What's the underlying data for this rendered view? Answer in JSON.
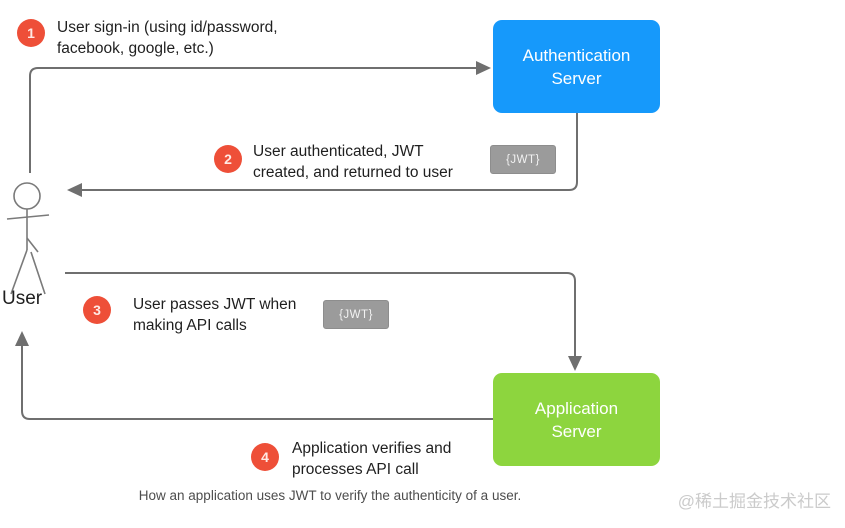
{
  "diagram": {
    "title_caption": "How an application uses JWT to verify the authenticity of a user.",
    "watermark": "@稀土掘金技术社区",
    "user_label": "User",
    "nodes": {
      "auth_server": {
        "label": "Authentication\nServer"
      },
      "app_server": {
        "label": "Application\nServer"
      }
    },
    "steps": [
      {
        "num": "1",
        "text": "User sign-in (using id/password,\nfacebook, google, etc.)"
      },
      {
        "num": "2",
        "text": "User authenticated, JWT\ncreated, and returned to user"
      },
      {
        "num": "3",
        "text": "User passes JWT when\nmaking API calls"
      },
      {
        "num": "4",
        "text": "Application verifies and\nprocesses API call"
      }
    ],
    "jwt_badge_label": "{JWT}",
    "colors": {
      "auth_server": "#1699fb",
      "app_server": "#8dd53e",
      "step_circle": "#ee4f38",
      "arrow": "#6f6f6f",
      "jwt_badge": "#9b9b9b"
    }
  }
}
